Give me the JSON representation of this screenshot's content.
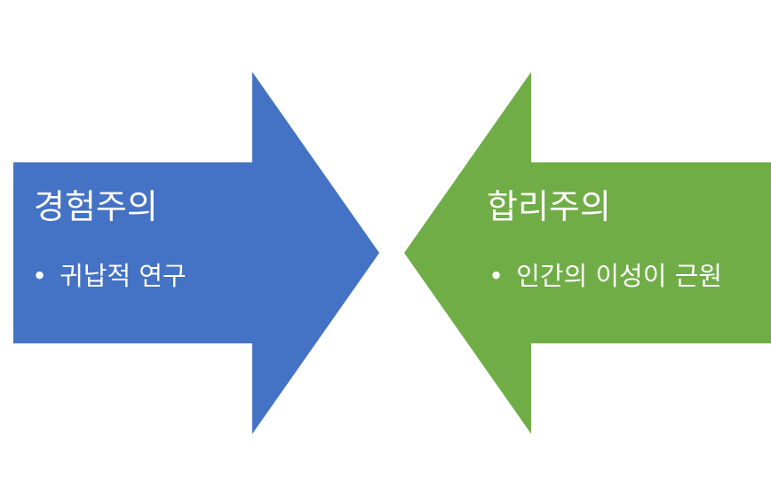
{
  "left_arrow": {
    "title": "경험주의",
    "bullet_symbol": "•",
    "bullet": "귀납적 연구",
    "color": "#4472C4"
  },
  "right_arrow": {
    "title": "합리주의",
    "bullet_symbol": "•",
    "bullet": "인간의 이성이 근원",
    "color": "#70AD47"
  }
}
